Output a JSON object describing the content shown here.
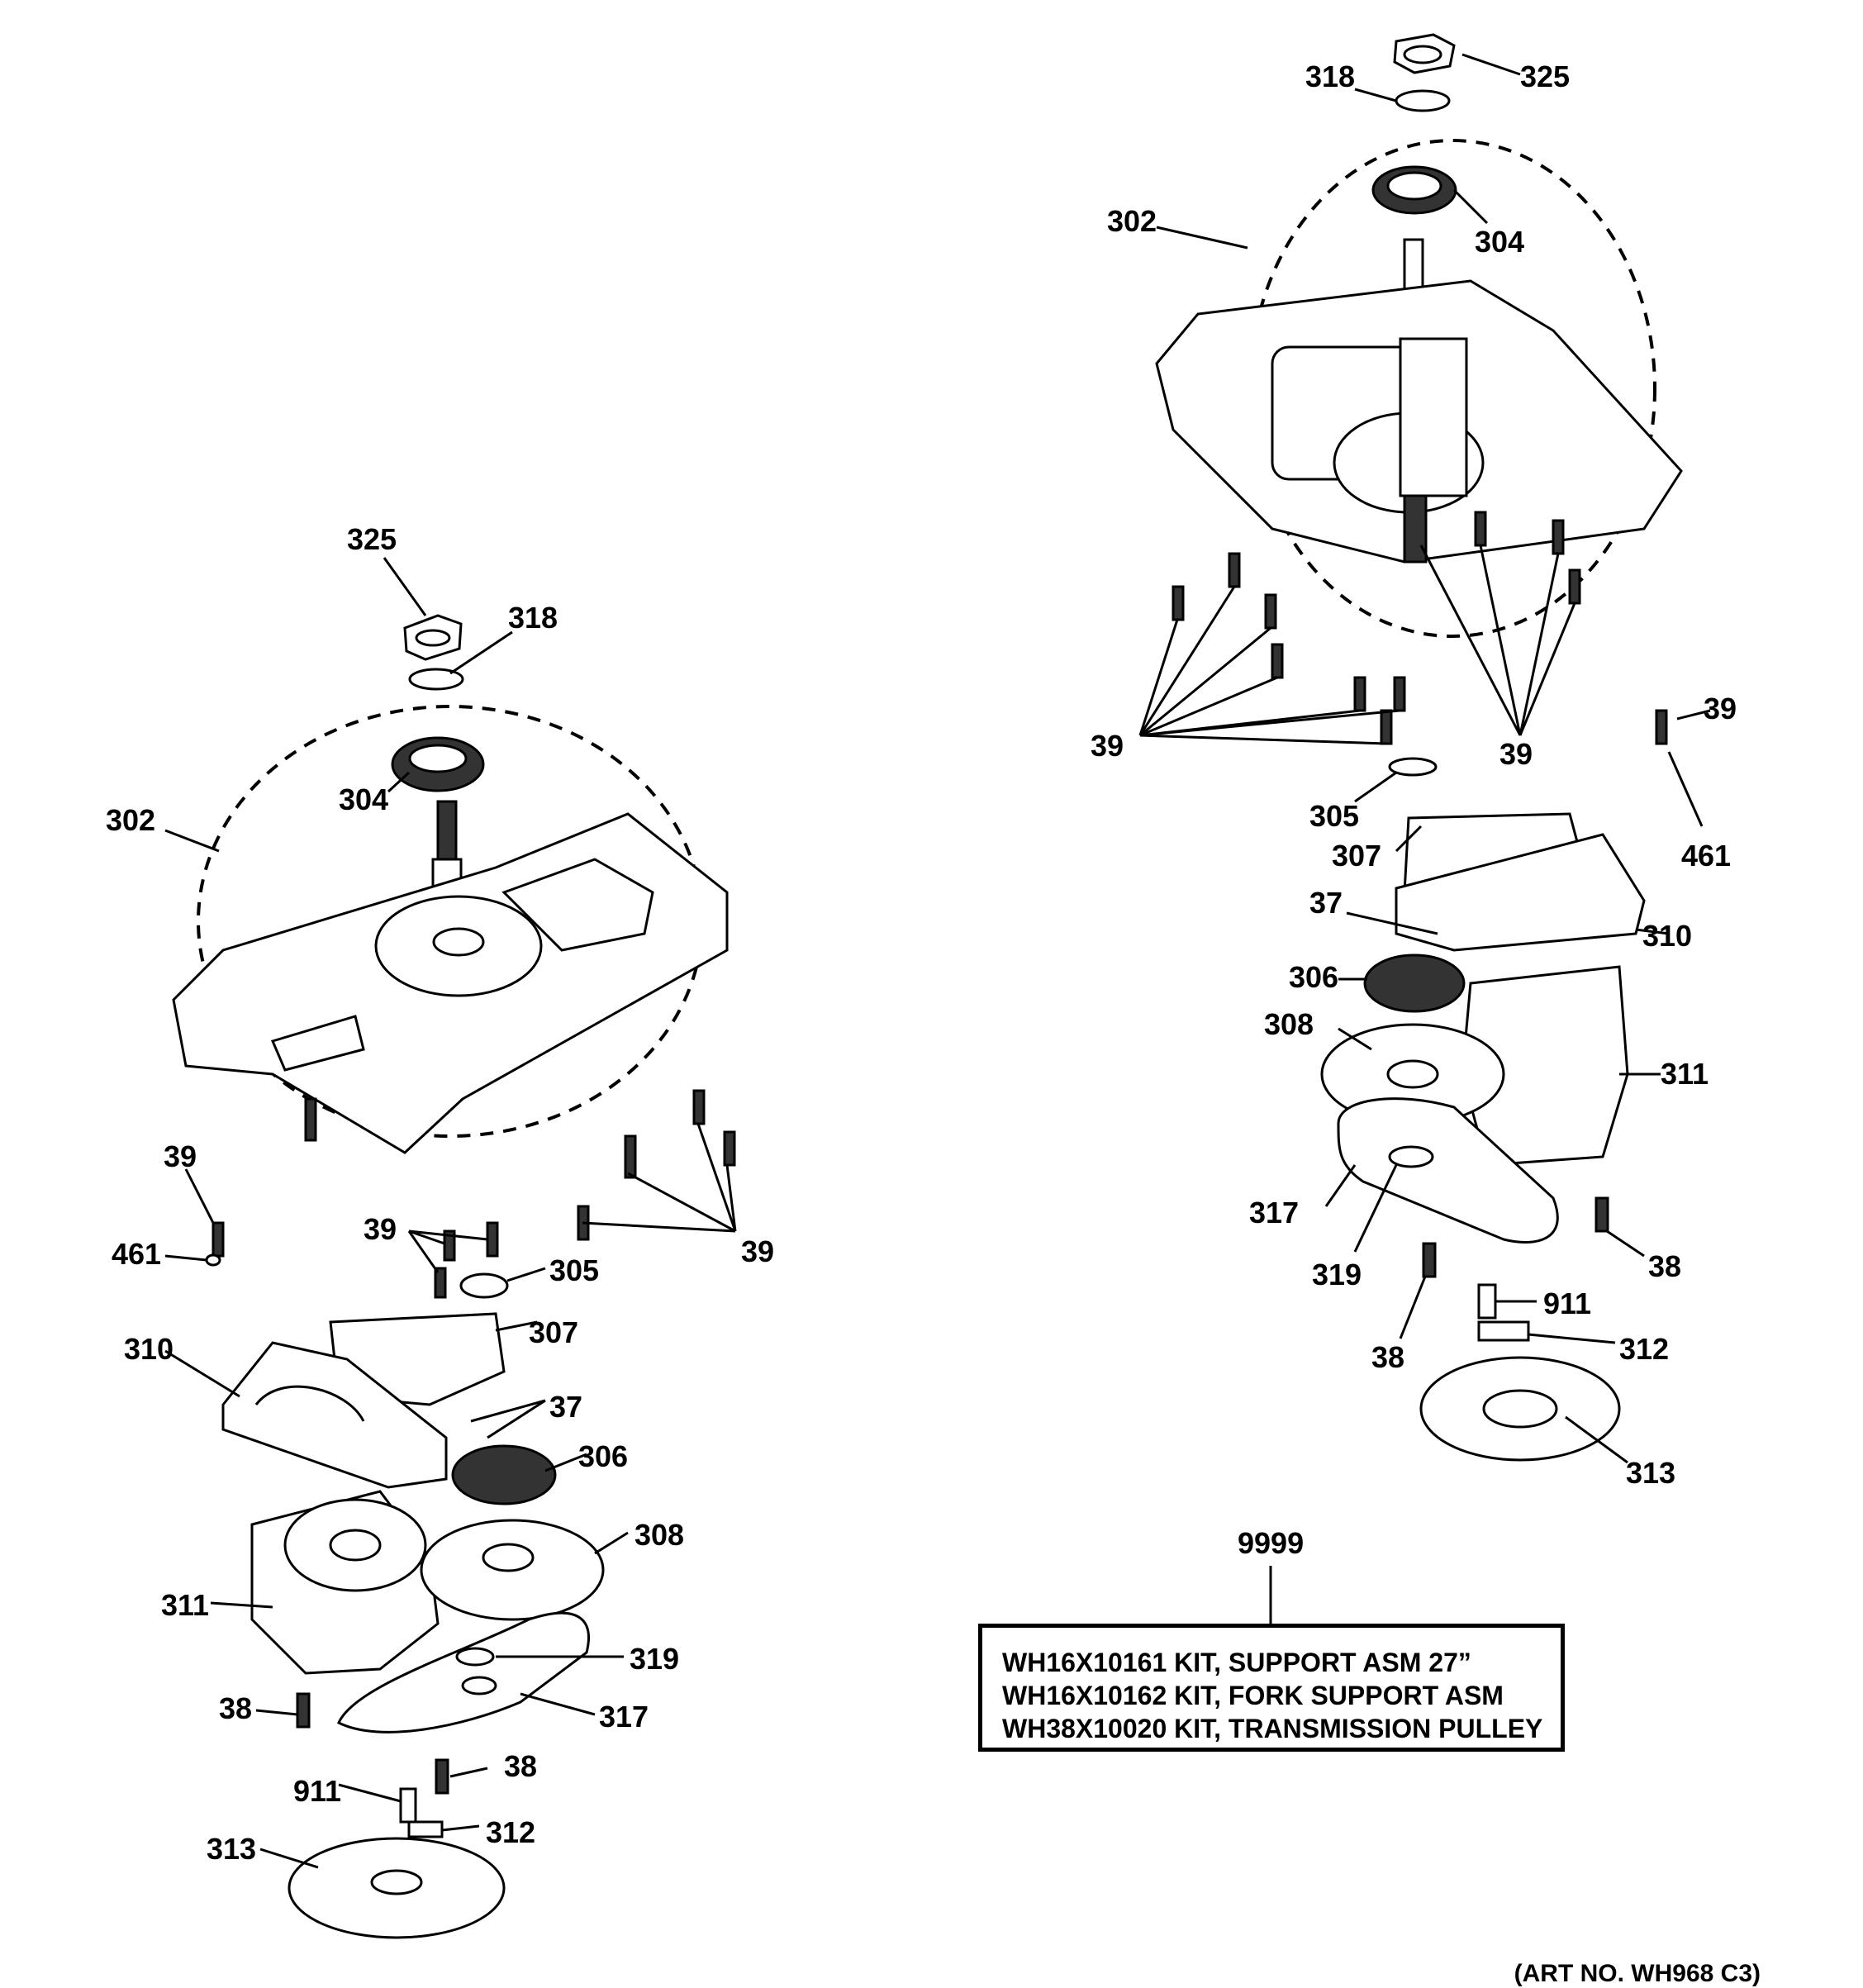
{
  "callouts": {
    "r_325": "325",
    "r_318": "318",
    "r_304": "304",
    "r_302": "302",
    "r_39a": "39",
    "r_39b": "39",
    "r_39c": "39",
    "r_461": "461",
    "r_305": "305",
    "r_307": "307",
    "r_37": "37",
    "r_310": "310",
    "r_306": "306",
    "r_308": "308",
    "r_311": "311",
    "r_317": "317",
    "r_319": "319",
    "r_38a": "38",
    "r_38b": "38",
    "r_911": "911",
    "r_312": "312",
    "r_313": "313",
    "l_325": "325",
    "l_318": "318",
    "l_304": "304",
    "l_302": "302",
    "l_39a": "39",
    "l_461": "461",
    "l_39b": "39",
    "l_39c": "39",
    "l_305": "305",
    "l_310": "310",
    "l_307": "307",
    "l_37": "37",
    "l_306": "306",
    "l_308": "308",
    "l_311": "311",
    "l_319": "319",
    "l_38a": "38",
    "l_317": "317",
    "l_38b": "38",
    "l_911": "911",
    "l_312": "312",
    "l_313": "313"
  },
  "kit": {
    "callout": "9999",
    "lines": [
      "WH16X10161 KIT, SUPPORT ASM 27”",
      "WH16X10162 KIT, FORK SUPPORT ASM",
      "WH38X10020 KIT, TRANSMISSION PULLEY"
    ]
  },
  "art_number": "(ART NO. WH968 C3)"
}
